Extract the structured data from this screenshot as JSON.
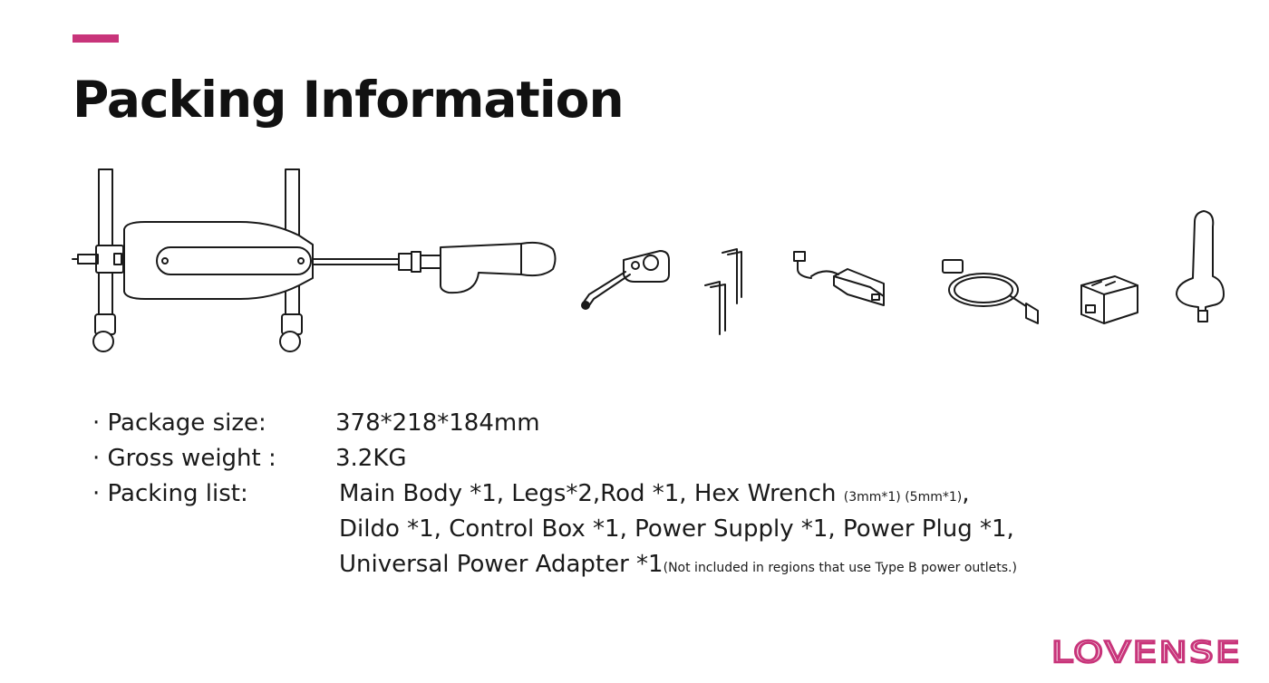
{
  "page": {
    "title": "Packing Information",
    "accent_color": "#c8347a"
  },
  "specs": {
    "package_size": {
      "label": "· Package size:",
      "value": "378*218*184mm"
    },
    "gross_weight": {
      "label": "· Gross weight :",
      "value": "3.2KG"
    },
    "packing_list": {
      "label": "· Packing list:",
      "line1": "Main Body *1, Legs*2,Rod *1, Hex Wrench ",
      "line1_note": "(3mm*1) (5mm*1)",
      "line1_end": ",",
      "line2": "Dildo *1, Control Box *1, Power Supply *1, Power Plug *1,",
      "line3": "Universal Power Adapter *1",
      "line3_note": "(Not included in regions that use Type B power outlets.)"
    }
  },
  "logo": {
    "text": "LOVENSE",
    "color": "#c8347a"
  },
  "illustration_icons": [
    "machine-with-legs-icon",
    "control-box-wired-icon",
    "hex-wrench-icon",
    "power-supply-icon",
    "power-plug-cable-icon",
    "universal-adapter-icon",
    "dildo-icon"
  ]
}
